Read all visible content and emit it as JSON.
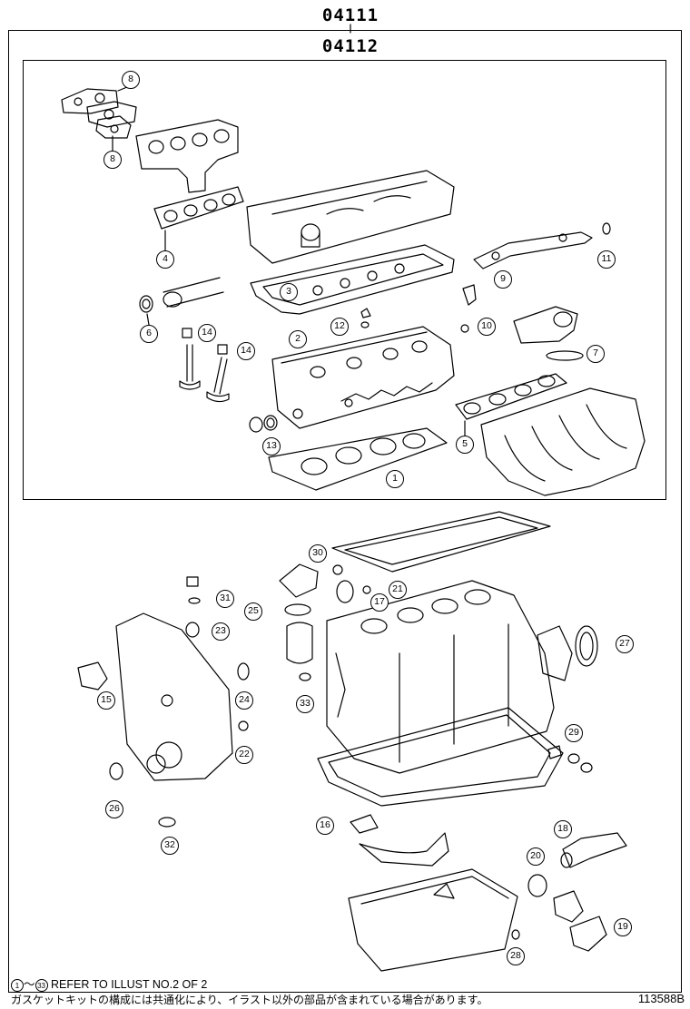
{
  "header": {
    "outer_code": "04111",
    "inner_code": "04112"
  },
  "callouts": [
    {
      "id": "1",
      "label": "1"
    },
    {
      "id": "2",
      "label": "2"
    },
    {
      "id": "3",
      "label": "3"
    },
    {
      "id": "4",
      "label": "4"
    },
    {
      "id": "5",
      "label": "5"
    },
    {
      "id": "6",
      "label": "6"
    },
    {
      "id": "7",
      "label": "7"
    },
    {
      "id": "8a",
      "label": "8"
    },
    {
      "id": "8b",
      "label": "8"
    },
    {
      "id": "9",
      "label": "9"
    },
    {
      "id": "10",
      "label": "10"
    },
    {
      "id": "11",
      "label": "11"
    },
    {
      "id": "12",
      "label": "12"
    },
    {
      "id": "13",
      "label": "13"
    },
    {
      "id": "14a",
      "label": "14"
    },
    {
      "id": "14b",
      "label": "14"
    },
    {
      "id": "15",
      "label": "15"
    },
    {
      "id": "16",
      "label": "16"
    },
    {
      "id": "17",
      "label": "17"
    },
    {
      "id": "18",
      "label": "18"
    },
    {
      "id": "19",
      "label": "19"
    },
    {
      "id": "20",
      "label": "20"
    },
    {
      "id": "21",
      "label": "21"
    },
    {
      "id": "22",
      "label": "22"
    },
    {
      "id": "23",
      "label": "23"
    },
    {
      "id": "24",
      "label": "24"
    },
    {
      "id": "25",
      "label": "25"
    },
    {
      "id": "26",
      "label": "26"
    },
    {
      "id": "27",
      "label": "27"
    },
    {
      "id": "28",
      "label": "28"
    },
    {
      "id": "29",
      "label": "29"
    },
    {
      "id": "30",
      "label": "30"
    },
    {
      "id": "31",
      "label": "31"
    },
    {
      "id": "32",
      "label": "32"
    },
    {
      "id": "33",
      "label": "33"
    }
  ],
  "footer": {
    "ref_start": "1",
    "ref_tilde": "～",
    "ref_end": "33",
    "ref_text": "REFER TO ILLUST NO.2 OF 2",
    "note_jp": "ガスケットキットの構成には共通化により、イラスト以外の部品が含まれている場合があります。",
    "illus_id": "113588B"
  }
}
